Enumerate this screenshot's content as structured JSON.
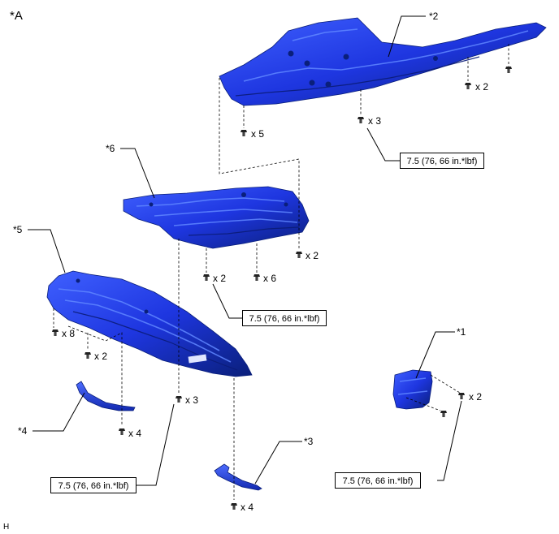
{
  "view_label": "*A",
  "footer_code": "H",
  "callouts": {
    "c1": "*1",
    "c2": "*2",
    "c3": "*3",
    "c4": "*4",
    "c5": "*5",
    "c6": "*6"
  },
  "quantities": {
    "q_top_x5": "x 5",
    "q_top_x3": "x 3",
    "q_top_right_x2": "x 2",
    "q_mid_right_x2": "x 2",
    "q_mid_x2": "x 2",
    "q_mid_x6": "x 6",
    "q_left_x8": "x 8",
    "q_left_x2": "x 2",
    "q_left_x3": "x 3",
    "q_left_x4": "x 4",
    "q_bottom_x4": "x 4",
    "q_right_x2": "x 2"
  },
  "torque": {
    "t1": "7.5 (76, 66 in.*lbf)",
    "t2": "7.5 (76, 66 in.*lbf)",
    "t3": "7.5 (76, 66 in.*lbf)",
    "t4": "7.5 (76, 66 in.*lbf)"
  },
  "colors": {
    "part_blue": "#1e36e0",
    "part_dark": "#0a1f7a",
    "part_light": "#5f86ff"
  }
}
